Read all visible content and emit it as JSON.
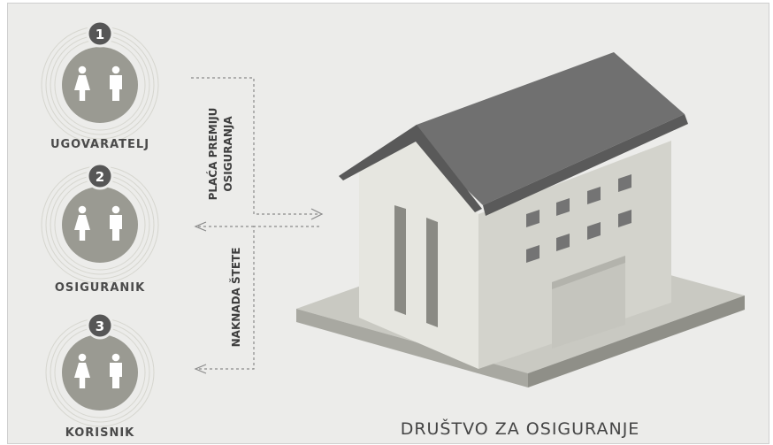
{
  "roles": [
    {
      "number": "1",
      "label": "UGOVARATELJ"
    },
    {
      "number": "2",
      "label": "OSIGURANIK"
    },
    {
      "number": "3",
      "label": "KORISNIK"
    }
  ],
  "flows": {
    "premium": {
      "line1": "PLAĆA PREMIJU",
      "line2": "OSIGURANJA"
    },
    "claim": {
      "line1": "NAKNADA ŠTETE"
    }
  },
  "company": {
    "title": "DRUŠTVO ZA OSIGURANJE"
  },
  "colors": {
    "background": "#ececea",
    "circle": "#9a9a92",
    "badge": "#565656",
    "roof": "#6e6e6e",
    "wall_front": "#e3e3dd",
    "wall_side": "#d3d3cc",
    "base": "#b5b5ae",
    "window": "#737373"
  },
  "icons": [
    "female-person-icon",
    "male-person-icon"
  ]
}
